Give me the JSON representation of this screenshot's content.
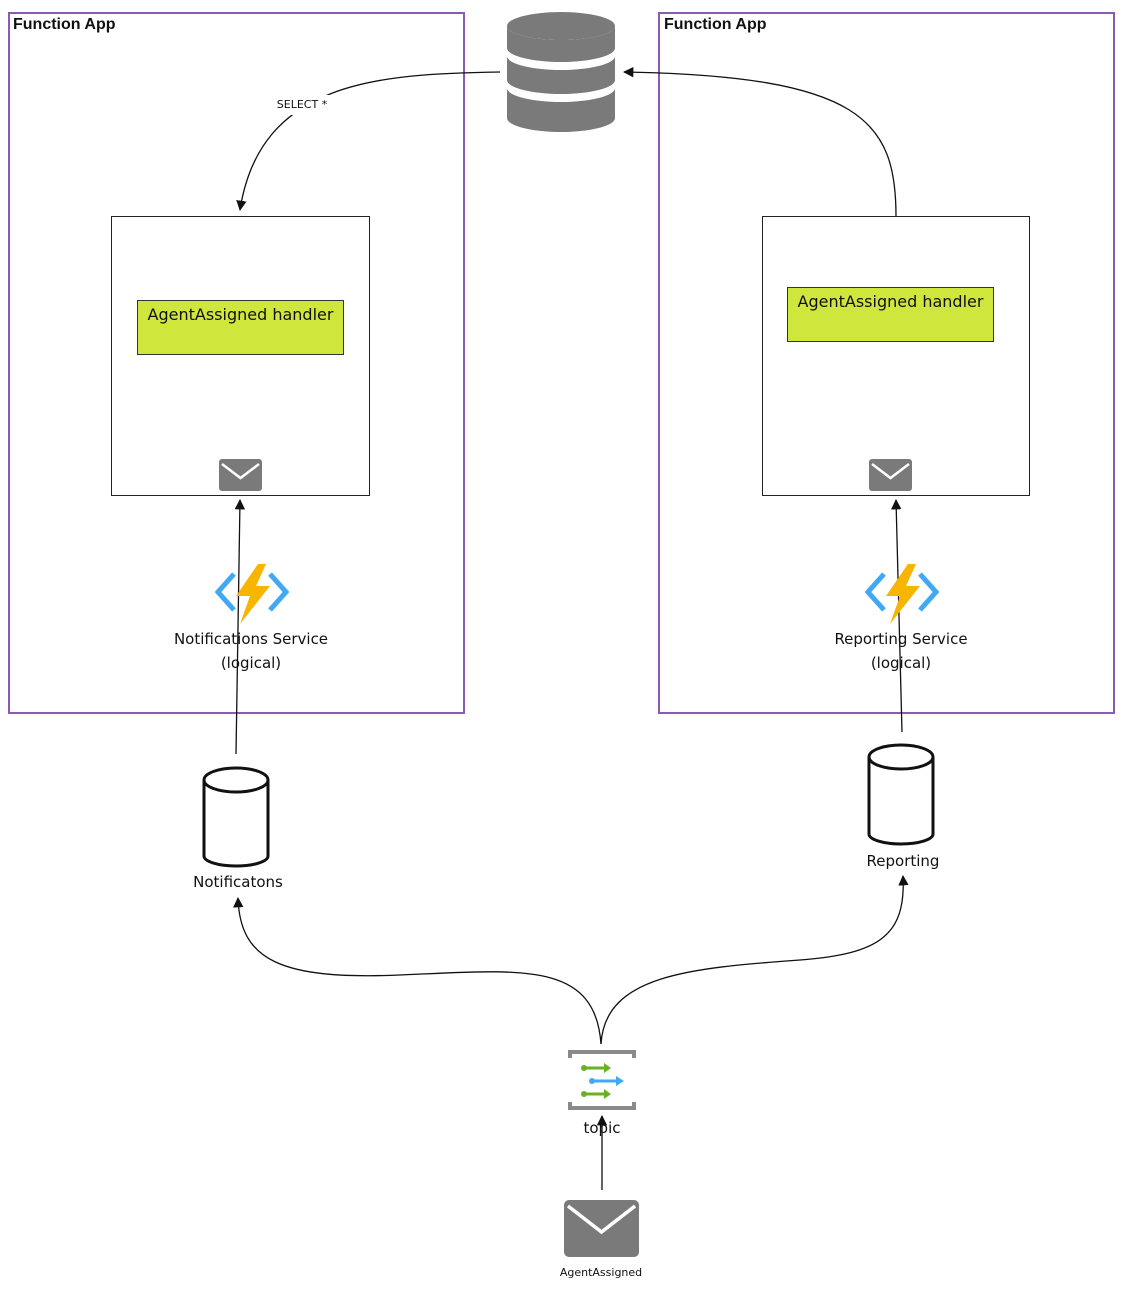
{
  "groups": [
    {
      "title": "Function App"
    },
    {
      "title": "Function App"
    }
  ],
  "edges": {
    "select_label": "SELECT *"
  },
  "handlers": [
    {
      "label": "AgentAssigned handler"
    },
    {
      "label": "AgentAssigned handler"
    }
  ],
  "services": [
    {
      "line1": "Notifications Service",
      "line2": "(logical)"
    },
    {
      "line1": "Reporting Service",
      "line2": "(logical)"
    }
  ],
  "queues": [
    {
      "label": "Notificatons"
    },
    {
      "label": "Reporting"
    }
  ],
  "topic": {
    "label": "topic"
  },
  "message": {
    "label": "AgentAssigned"
  },
  "colors": {
    "group_border": "#8a5bb5",
    "handler_fill": "#cfe63d",
    "icon_gray": "#7a7a7a"
  },
  "icons": [
    "database-icon",
    "mail-icon",
    "azure-function-icon",
    "queue-cylinder-icon",
    "service-bus-topic-icon"
  ]
}
